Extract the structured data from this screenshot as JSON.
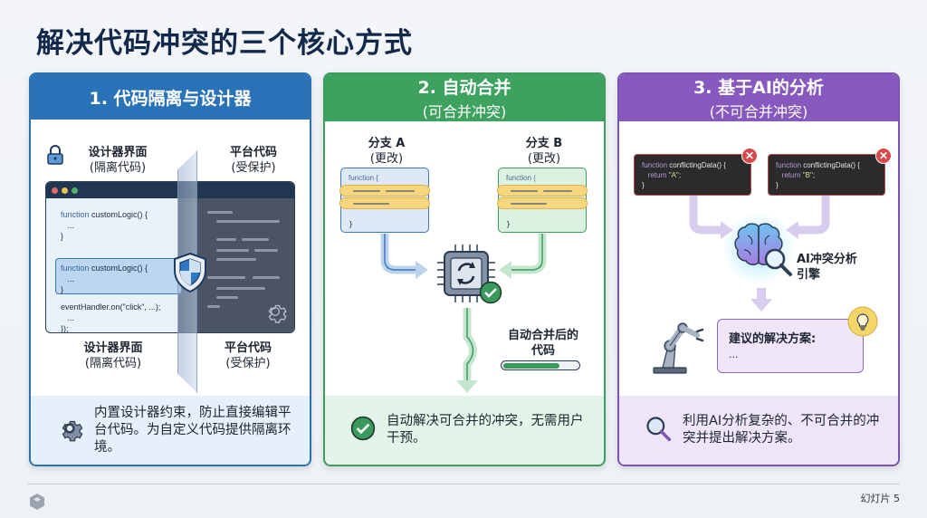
{
  "page": {
    "title": "解决代码冲突的三个核心方式",
    "slide_label": "幻灯片 5"
  },
  "colors": {
    "blue": "#2a72b8",
    "green": "#3ea25f",
    "purple": "#8758bd",
    "title": "#13294b"
  },
  "cards": [
    {
      "title": "1. 代码隔离与设计器",
      "top_left_label": {
        "line1": "设计器界面",
        "line2": "(隔离代码)"
      },
      "top_right_label": {
        "line1": "平台代码",
        "line2": "(受保护)"
      },
      "bottom_left_label": {
        "line1": "设计器界面",
        "line2": "(隔离代码)"
      },
      "bottom_right_label": {
        "line1": "平台代码",
        "line2": "(受保护)"
      },
      "code": {
        "block1_kw": "function",
        "block1_rest": " customLogic() {",
        "block1_body": "...",
        "block1_close": "}",
        "block2_kw": "function",
        "block2_rest": " customLogic() {",
        "block2_body": "...",
        "block2_close": "}",
        "block3_line1": "eventHandler.on(\"click\", ...);",
        "block3_body": "...",
        "block3_close": "});"
      },
      "icons": [
        "lock-icon",
        "shield-icon",
        "gear-icon"
      ],
      "footer_text": "内置设计器约束，防止直接编辑平台代码。为自定义代码提供隔离环境。"
    },
    {
      "title": "2. 自动合并",
      "subtitle": "(可合并冲突)",
      "branch_a": {
        "line1": "分支 A",
        "line2": "(更改)",
        "code_head": "function {",
        "code_close": "}"
      },
      "branch_b": {
        "line1": "分支 B",
        "line2": "(更改)",
        "code_head": "function (",
        "code_close": "}"
      },
      "result_label": {
        "line1": "自动合并后的",
        "line2": "代码"
      },
      "progress": 0.75,
      "icons": [
        "chip-sync-icon",
        "check-icon"
      ],
      "footer_text": "自动解决可合并的冲突，无需用户干预。"
    },
    {
      "title": "3. 基于AI的分析",
      "subtitle": "(不可合并冲突)",
      "conflict_a": {
        "kw": "function",
        "name": " conflictingData() {",
        "ret": "return",
        "val": "\"A\";",
        "close": "}"
      },
      "conflict_b": {
        "kw": "function",
        "name": " conflictingData() {",
        "ret": "return",
        "val": "\"B\";",
        "close": "}"
      },
      "engine_label": {
        "line1": "AI冲突分析",
        "line2": "引擎"
      },
      "suggestion": {
        "title": "建议的解决方案:",
        "body": "..."
      },
      "icons": [
        "brain-icon",
        "magnifier-icon",
        "robot-arm-icon",
        "lightbulb-icon"
      ],
      "footer_text": "利用AI分析复杂的、不可合并的冲突并提出解决方案。"
    }
  ]
}
